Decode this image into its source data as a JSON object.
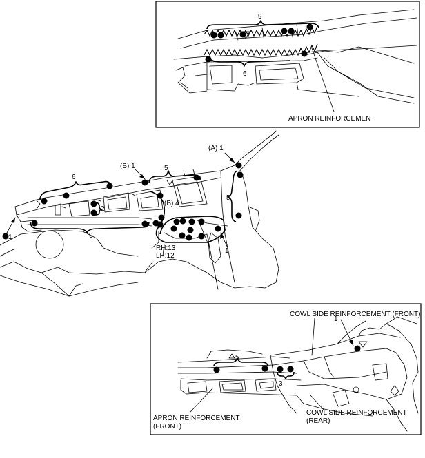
{
  "top_inset": {
    "labels": {
      "nine": "9",
      "six": "6",
      "apron_reinforcement": "APRON REINFORCEMENT"
    }
  },
  "main_view": {
    "labels": {
      "a1": "(A) 1",
      "b1": "(B) 1",
      "b4": "(B) 4",
      "five_top": "5",
      "five_side": "5",
      "six": "6",
      "two": "2",
      "nine": "9",
      "one_left": "1",
      "one_bottom": "1",
      "rh": "RH:13",
      "lh": "LH:12"
    }
  },
  "bottom_inset": {
    "labels": {
      "cowl_front": "COWL SIDE REINFORCEMENT (FRONT)",
      "one": "1",
      "five": "5",
      "three": "3",
      "apron_front_1": "APRON REINFORCEMENT",
      "apron_front_2": "(FRONT)",
      "cowl_rear_1": "COWL SIDE REINFORCEMENT",
      "cowl_rear_2": "(REAR)"
    }
  }
}
